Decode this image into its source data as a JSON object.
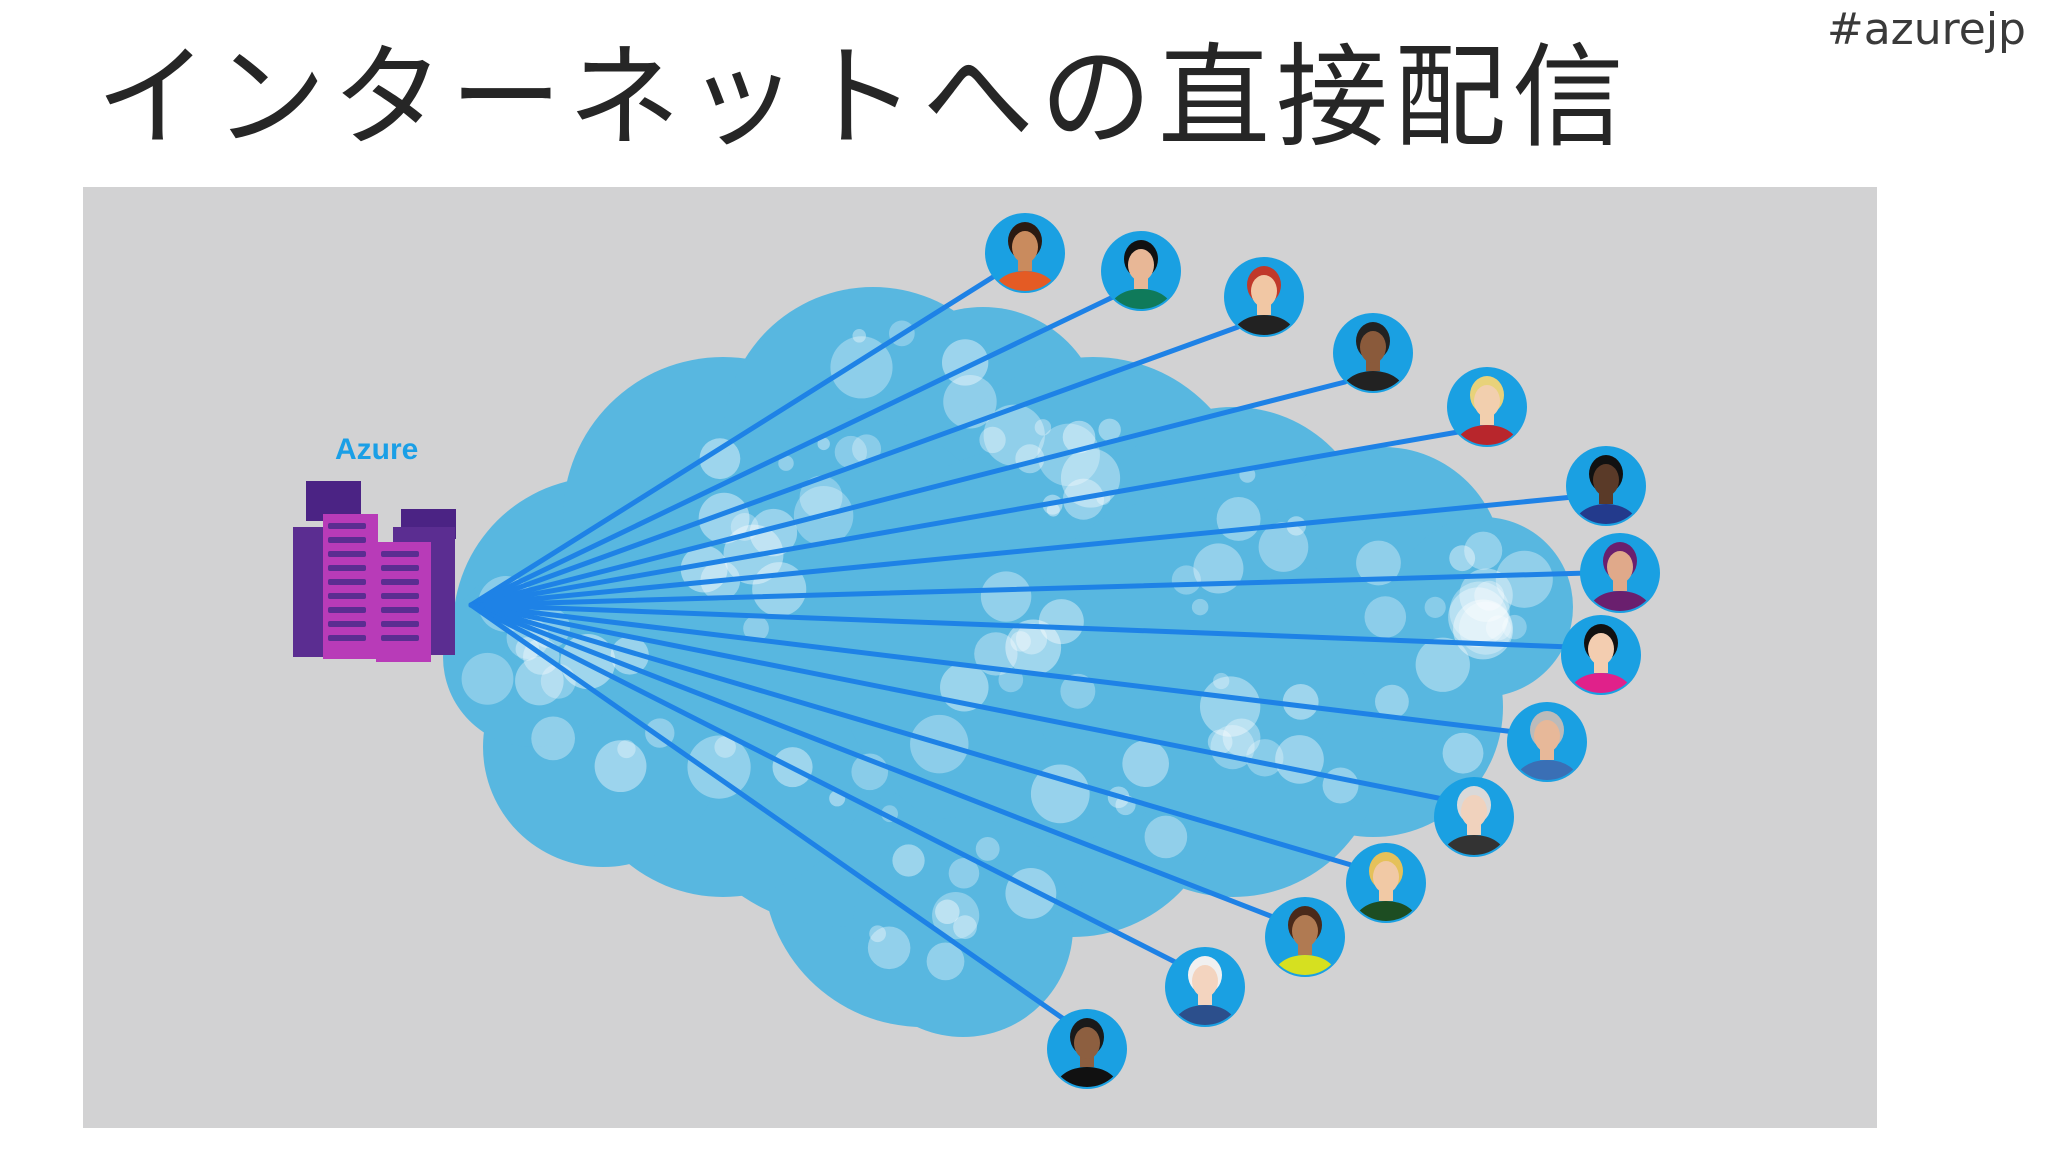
{
  "slide": {
    "title": "インターネットへの直接配信",
    "hashtag": "#azurejp"
  },
  "diagram": {
    "source_label": "Azure",
    "source_icon": "datacenter-servers-icon",
    "network_icon": "internet-cloud-icon",
    "recipient_icon": "user-avatar-icon",
    "colors": {
      "background": "#d2d2d3",
      "cloud": "#58b7e0",
      "line": "#1e82e6",
      "avatar_ring": "#1aa0e2",
      "server_dark": "#5b2d91",
      "server_light": "#b83bb8",
      "label": "#1a9fe6"
    }
  }
}
